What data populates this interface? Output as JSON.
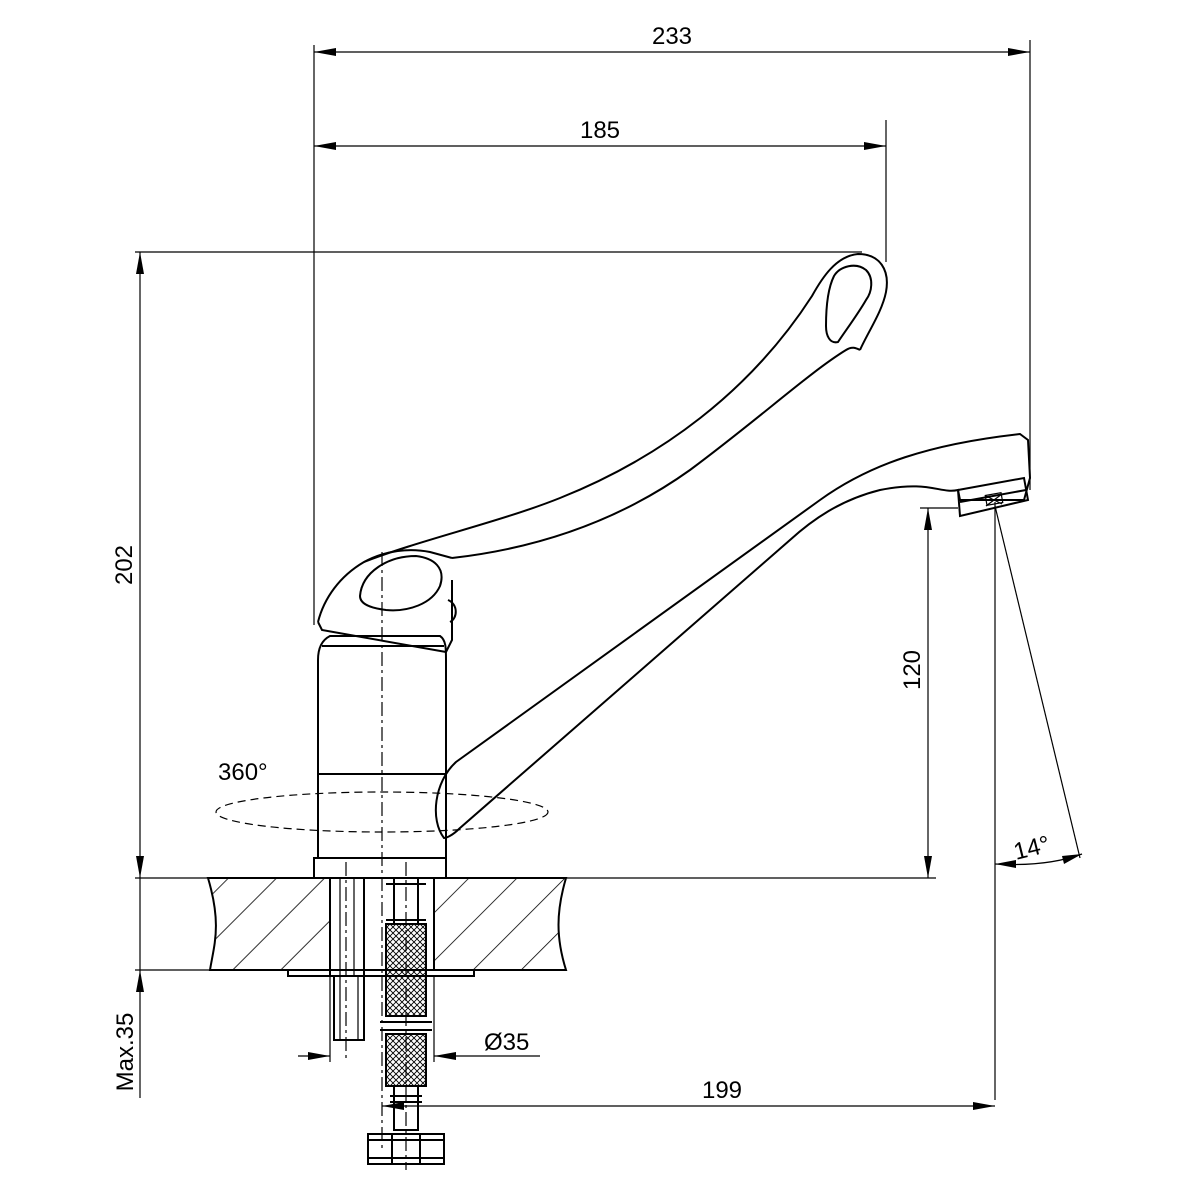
{
  "dimensions": {
    "overall_width": "233",
    "handle_reach": "185",
    "overall_height": "202",
    "spout_height": "120",
    "spout_reach": "199",
    "max_thickness": "Max.35",
    "hole_diameter": "Ø35",
    "rotation": "360°",
    "spout_angle": "14°"
  }
}
